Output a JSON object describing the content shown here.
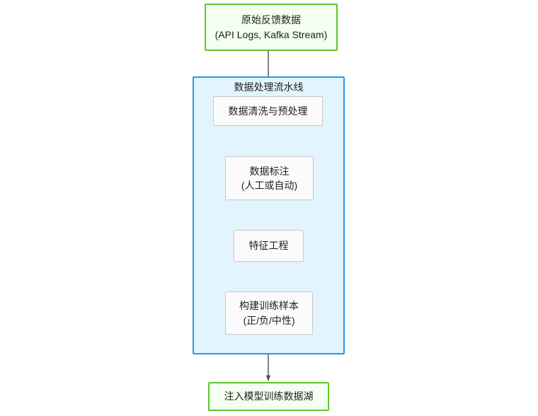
{
  "diagram": {
    "title_node": {
      "id": "raw-feedback-data",
      "lines": [
        "原始反馈数据",
        "(API Logs, Kafka Stream)"
      ]
    },
    "cluster": {
      "id": "data-processing-pipeline",
      "label": "数据处理流水线",
      "border_color": "#1e9bf5",
      "fill_color": "#e2f4fd"
    },
    "steps": [
      {
        "id": "data-cleaning",
        "lines": [
          "数据清洗与预处理"
        ]
      },
      {
        "id": "data-labeling",
        "lines": [
          "数据标注",
          "(人工或自动)"
        ]
      },
      {
        "id": "feature-engineering",
        "lines": [
          "特征工程"
        ]
      },
      {
        "id": "build-training-samples",
        "lines": [
          "构建训练样本",
          "(正/负/中性)"
        ]
      }
    ],
    "end_node": {
      "id": "inject-training-data-lake",
      "lines": [
        "注入模型训练数据湖"
      ]
    },
    "colors": {
      "terminal_border": "#5fc62b",
      "terminal_fill": "#f3fff0",
      "process_border": "#c8c8c8",
      "process_fill": "#fbfbfb",
      "edge": "#4d4d4d"
    }
  }
}
